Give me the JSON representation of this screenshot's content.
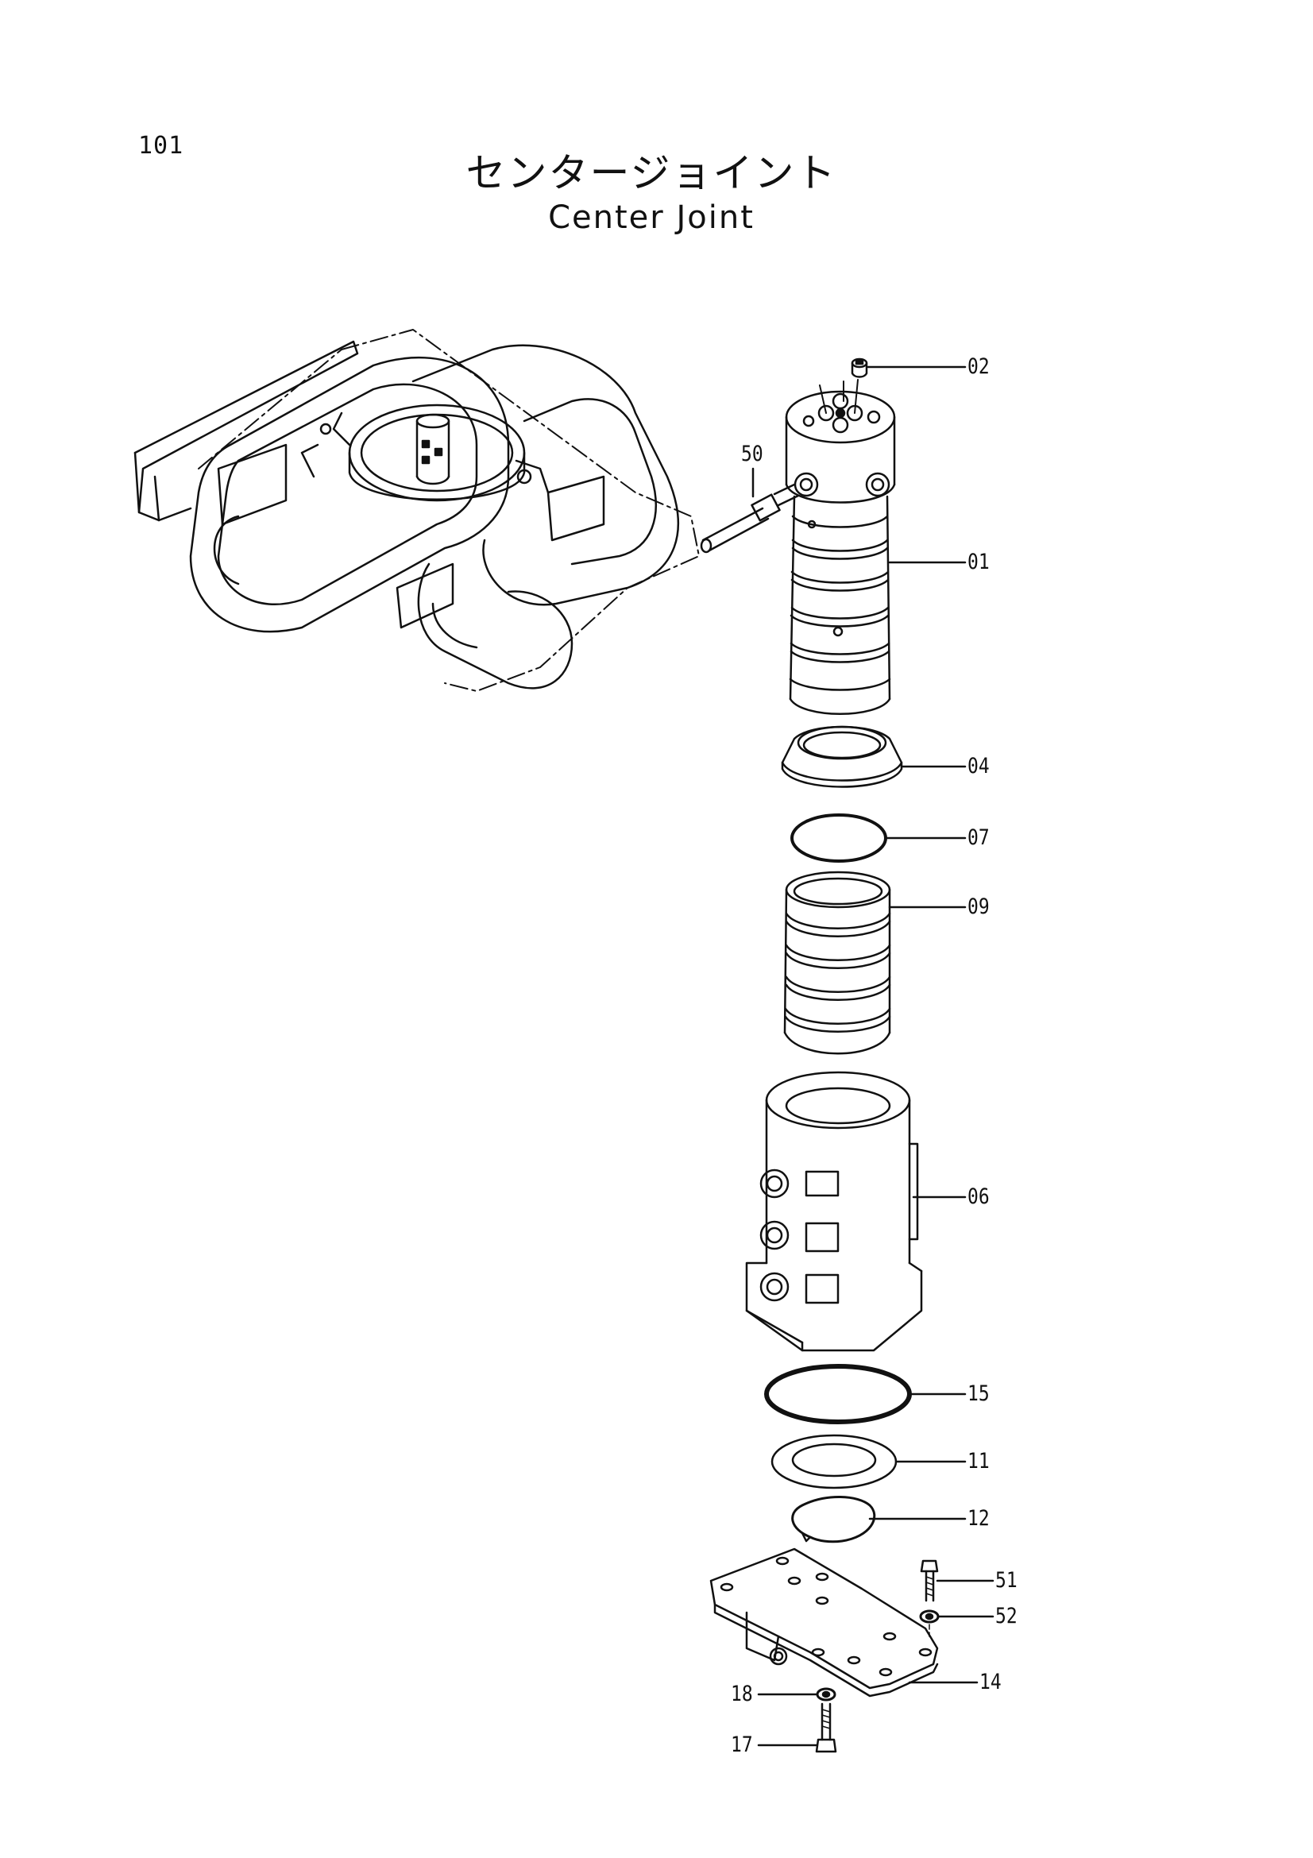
{
  "header": {
    "page_number": "101",
    "title_jp": "センタージョイント",
    "title_en": "Center  Joint"
  },
  "callouts": {
    "p02": "02",
    "p50": "50",
    "p01": "01",
    "p04": "04",
    "p07": "07",
    "p09": "09",
    "p06": "06",
    "p15": "15",
    "p11": "11",
    "p12": "12",
    "p51": "51",
    "p52": "52",
    "p14": "14",
    "p18": "18",
    "p17": "17"
  }
}
